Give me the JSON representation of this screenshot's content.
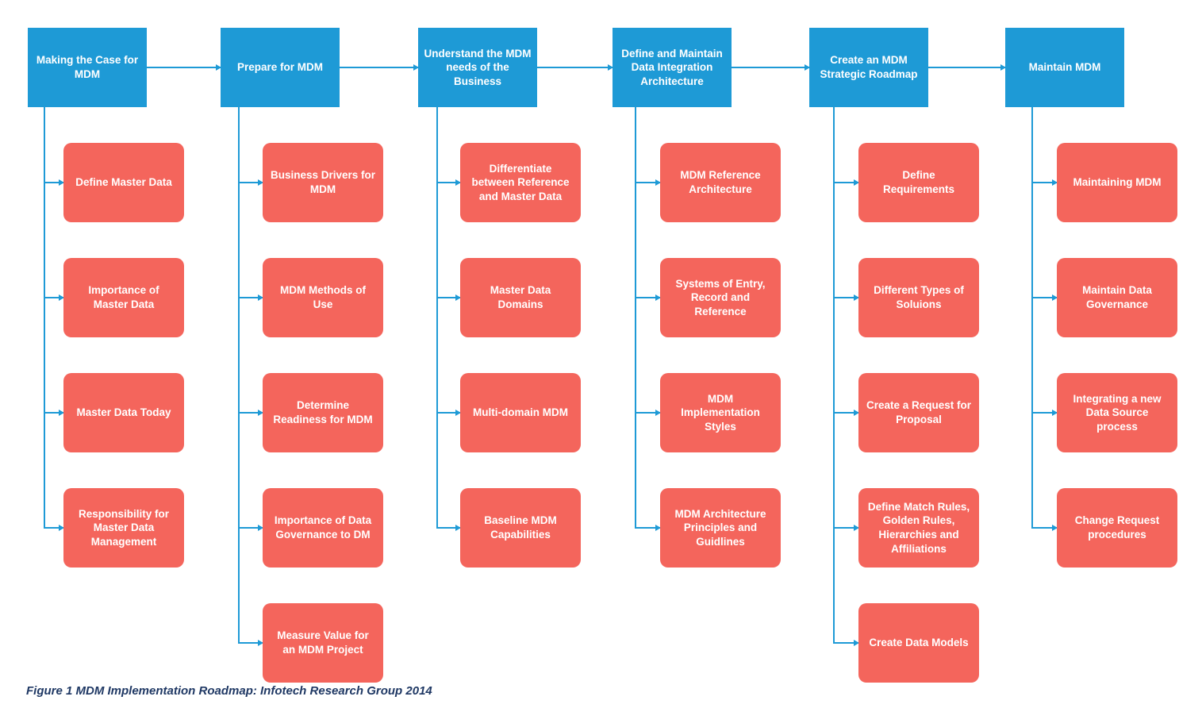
{
  "diagram": {
    "caption": "Figure 1 MDM Implementation Roadmap: Infotech Research Group 2014",
    "colors": {
      "stage_blue": "#1e9ad6",
      "topic_red": "#f4655c",
      "connector_blue": "#1e9ad6",
      "caption_text": "#1f3864",
      "box_text": "#ffffff",
      "background": "#ffffff"
    },
    "columns": [
      {
        "header": "Making the Case for MDM",
        "children": [
          "Define Master Data",
          "Importance of Master Data",
          "Master Data Today",
          "Responsibility for Master Data Management"
        ]
      },
      {
        "header": "Prepare for MDM",
        "children": [
          "Business Drivers for MDM",
          "MDM Methods of Use",
          "Determine Readiness for MDM",
          "Importance of Data Governance to DM",
          "Measure Value for an MDM Project"
        ]
      },
      {
        "header": "Understand the MDM needs of the Business",
        "children": [
          "Differentiate between Reference and Master Data",
          "Master Data Domains",
          "Multi-domain MDM",
          "Baseline MDM Capabilities"
        ]
      },
      {
        "header": "Define and Maintain Data Integration Architecture",
        "children": [
          "MDM Reference Architecture",
          "Systems of Entry, Record and Reference",
          "MDM Implementation Styles",
          "MDM Architecture Principles and Guidlines"
        ]
      },
      {
        "header": "Create an MDM Strategic Roadmap",
        "children": [
          "Define Requirements",
          "Different Types of Soluions",
          "Create a Request for Proposal",
          "Define Match Rules, Golden Rules, Hierarchies and Affiliations",
          "Create Data Models"
        ]
      },
      {
        "header": "Maintain MDM",
        "children": [
          "Maintaining MDM",
          "Maintain Data Governance",
          "Integrating a new Data Source process",
          "Change Request procedures"
        ]
      }
    ]
  }
}
